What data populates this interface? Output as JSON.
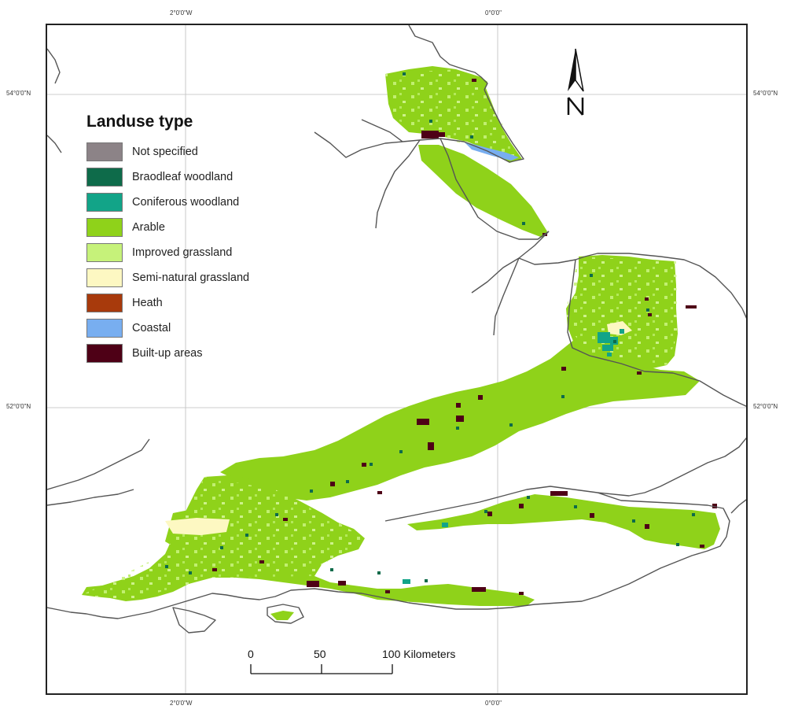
{
  "graticule": {
    "top_left_lon": "2°0'0\"W",
    "top_right_lon": "0°0'0\"",
    "bottom_left_lon": "2°0'0\"W",
    "bottom_right_lon": "0°0'0\"",
    "lat_54_left": "54°0'0\"N",
    "lat_54_right": "54°0'0\"N",
    "lat_52_left": "52°0'0\"N",
    "lat_52_right": "52°0'0\"N"
  },
  "legend": {
    "title": "Landuse type",
    "items": [
      {
        "label": "Not specified",
        "color": "#8c8387"
      },
      {
        "label": "Braodleaf woodland",
        "color": "#0e6b4a"
      },
      {
        "label": "Coniferous woodland",
        "color": "#12a488"
      },
      {
        "label": "Arable",
        "color": "#8fd21a"
      },
      {
        "label": "Improved grassland",
        "color": "#c6f27a"
      },
      {
        "label": "Semi-natural grassland",
        "color": "#fdf8c2"
      },
      {
        "label": "Heath",
        "color": "#a83a0c"
      },
      {
        "label": "Coastal",
        "color": "#78aef0"
      },
      {
        "label": "Built-up areas",
        "color": "#4e0016"
      }
    ]
  },
  "scale_bar": {
    "tick_0": "0",
    "tick_50": "50",
    "tick_100": "100 Kilometers"
  },
  "north_arrow": {
    "label": "N"
  }
}
